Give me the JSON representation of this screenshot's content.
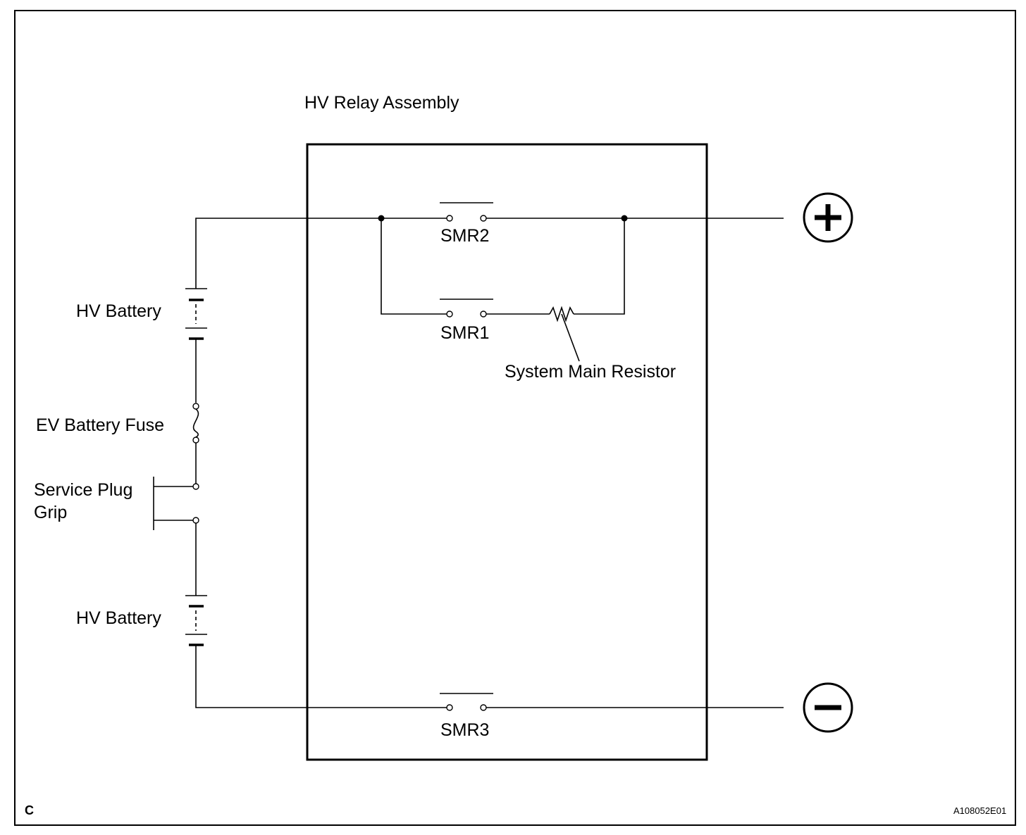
{
  "title": "HV Relay Assembly",
  "components": {
    "smr2": "SMR2",
    "smr1": "SMR1",
    "smr3": "SMR3",
    "resistor": "System Main Resistor",
    "battery_top": "HV Battery",
    "battery_bottom": "HV Battery",
    "fuse": "EV Battery Fuse",
    "service_plug_line1": "Service Plug",
    "service_plug_line2": "Grip"
  },
  "terminals": {
    "positive": "+",
    "negative": "−"
  },
  "footer": {
    "corner_letter": "C",
    "figure_id": "A108052E01"
  }
}
